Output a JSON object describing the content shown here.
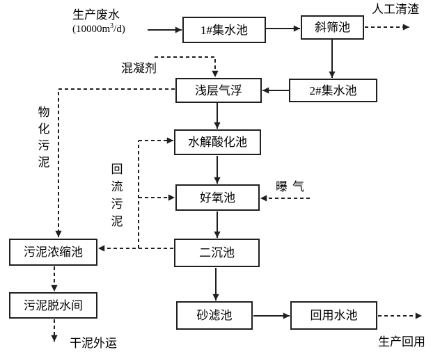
{
  "boxes": {
    "collection_tank_1": {
      "label": "1#集水池"
    },
    "inclined_screen_tank": {
      "label": "斜筛池"
    },
    "collection_tank_2": {
      "label": "2#集水池"
    },
    "shallow_air_flotation": {
      "label": "浅层气浮"
    },
    "hydrolysis_acidification_tank": {
      "label": "水解酸化池"
    },
    "aerobic_tank": {
      "label": "好氧池"
    },
    "secondary_sedimentation_tank": {
      "label": "二沉池"
    },
    "sludge_thickening_tank": {
      "label": "污泥浓缩池"
    },
    "sludge_dewatering_room": {
      "label": "污泥脱水间"
    },
    "sand_filter_tank": {
      "label": "砂滤池"
    },
    "reuse_water_tank": {
      "label": "回用水池"
    }
  },
  "labels": {
    "influent_name": "生产废水",
    "influent_flow_prefix": "(10000m",
    "influent_flow_exponent": "3",
    "influent_flow_suffix": "/d)",
    "manual_slag_removal": "人工清渣",
    "coagulant": "混凝剂",
    "physicochemical_sludge": "物化污泥",
    "return_sludge": "回流污泥",
    "aeration": "曝气",
    "dry_sludge_outbound": "干泥外运",
    "production_reuse": "生产回用"
  },
  "colors": {
    "background": "#ffffff",
    "line": "#1f1f1f",
    "text": "#000000"
  }
}
